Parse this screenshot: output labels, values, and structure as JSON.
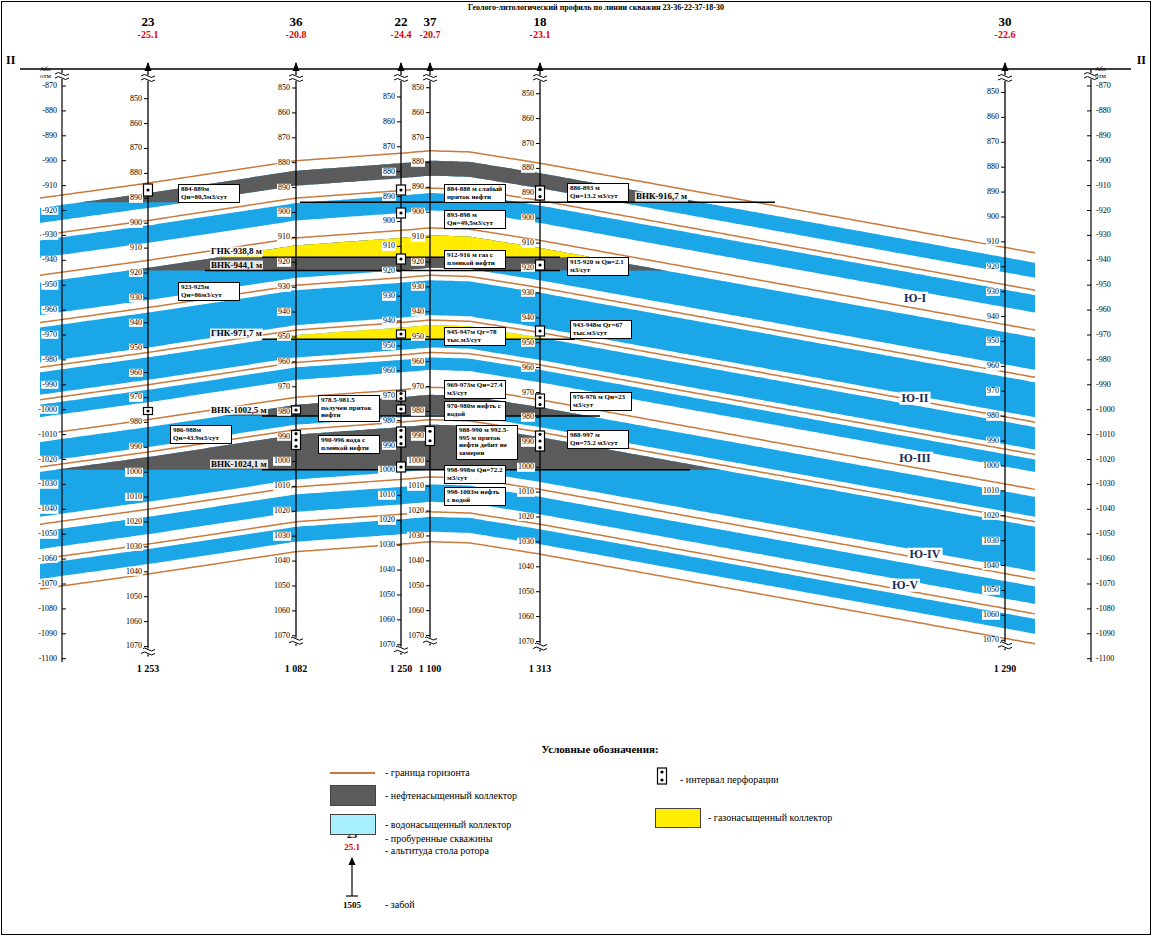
{
  "diagram": {
    "title": "Геолого-литологический профиль по линии скважин 23-36-22-37-18-30",
    "nodes": [
      {
        "text": [
          "884-889м Qн=80,5м3/сут"
        ]
      },
      {
        "text": [
          "884-888 м слабый приток нефти"
        ]
      },
      {
        "text": [
          "886-893 м Qн=13.2 м3/сут"
        ]
      },
      {
        "text": [
          "893-898 м Qн=49,5м3/сут"
        ]
      },
      {
        "text": [
          "912-916 м газ с пленкой нефти"
        ]
      },
      {
        "text": [
          "915-920 м Qн=2.1 м3/сут"
        ]
      },
      {
        "text": [
          "923-925м Qн=86м3/сут"
        ]
      },
      {
        "text": [
          "945-947м Qг=78 тыс.м3/сут"
        ]
      },
      {
        "text": [
          "943-948м Qг=67 тыс.м3/сут"
        ]
      },
      {
        "text": [
          "969-973м Qн=27.4 м3/сут"
        ]
      },
      {
        "text": [
          "978.5-981.5 получен приток нефти"
        ]
      },
      {
        "text": [
          "970-980м нефть с водой"
        ]
      },
      {
        "text": [
          "976-976 м Qн=23 м3/сут"
        ]
      },
      {
        "text": [
          "986-988м Qн=43.9м3/сут"
        ]
      },
      {
        "text": [
          "990-996 вода с пленкой нефти"
        ]
      },
      {
        "text": [
          "988-990 м 992.5-995 м приток нефти дебит не замерен"
        ]
      },
      {
        "text": [
          "988-997 м Qн=75.2 м3/сут"
        ]
      },
      {
        "text": [
          "998-998м Qн=72.2 м3/сут"
        ]
      },
      {
        "text": [
          "998-1003м нефть с водой"
        ]
      }
    ],
    "labels": [
      "23",
      "36",
      "22",
      "37",
      "18",
      "30",
      "-25.1",
      "-20.8",
      "-24.4",
      "-20.7",
      "-23.1",
      "-22.6",
      "1 253",
      "1 082",
      "1 250",
      "1 100",
      "1 313",
      "1 290",
      "II",
      "II",
      "Абс отм",
      "Абс отм",
      "-870",
      "-880",
      "-890",
      "-900",
      "-910",
      "-920",
      "-930",
      "-940",
      "-950",
      "-960",
      "-970",
      "-980",
      "-990",
      "-1000",
      "-1010",
      "-1020",
      "-1030",
      "-1040",
      "-1050",
      "-1060",
      "-1070",
      "-1080",
      "-1090",
      "-1100",
      "-870",
      "-880",
      "-890",
      "-900",
      "-910",
      "-920",
      "-930",
      "-940",
      "-950",
      "-960",
      "-970",
      "-980",
      "-990",
      "-1000",
      "-1010",
      "-1020",
      "-1030",
      "-1040",
      "-1050",
      "-1060",
      "-1070",
      "-1080",
      "-1090",
      "-1100",
      "850",
      "860",
      "870",
      "880",
      "890",
      "900",
      "910",
      "920",
      "930",
      "940",
      "950",
      "960",
      "970",
      "980",
      "990",
      "1000",
      "1010",
      "1020",
      "1030",
      "1040",
      "1050",
      "1060",
      "1070",
      "850",
      "860",
      "870",
      "880",
      "890",
      "900",
      "910",
      "920",
      "930",
      "940",
      "950",
      "960",
      "970",
      "980",
      "990",
      "1000",
      "1010",
      "1020",
      "1030",
      "1040",
      "1050",
      "1060",
      "1070",
      "850",
      "860",
      "870",
      "880",
      "890",
      "900",
      "910",
      "920",
      "930",
      "940",
      "950",
      "960",
      "970",
      "980",
      "990",
      "1000",
      "1010",
      "1020",
      "1030",
      "1040",
      "1050",
      "1060",
      "1070",
      "850",
      "860",
      "870",
      "880",
      "890",
      "900",
      "910",
      "920",
      "930",
      "940",
      "950",
      "960",
      "970",
      "980",
      "990",
      "1000",
      "1010",
      "1020",
      "1030",
      "1040",
      "1050",
      "1060",
      "1070",
      "850",
      "860",
      "870",
      "880",
      "890",
      "900",
      "910",
      "920",
      "930",
      "940",
      "950",
      "960",
      "970",
      "980",
      "990",
      "1000",
      "1010",
      "1020",
      "1030",
      "1040",
      "1050",
      "1060",
      "1070",
      "850",
      "860",
      "870",
      "880",
      "890",
      "900",
      "910",
      "920",
      "930",
      "940",
      "950",
      "960",
      "970",
      "980",
      "990",
      "1000",
      "1010",
      "1020",
      "1030",
      "1040",
      "1050",
      "1060",
      "1070",
      "ВНК-916,7 м",
      "ГНК-938,8 м",
      "ВНК-944,1 м",
      "ГНК-971,7 м",
      "ВНК-1002,5 м",
      "ВНК-1024,1 м",
      "Ю-I",
      "Ю-II",
      "Ю-III",
      "Ю-IV",
      "Ю-V",
      "Условные обозначения:",
      "23",
      "25.1",
      "1505"
    ],
    "legend": [
      {
        "text": "- граница горизонта"
      },
      {
        "text": "- нефтенасыщенный коллектор",
        "color": "#5b5b5b"
      },
      {
        "text": "- водонасыщенный коллектор",
        "color": "#a8f0ff"
      },
      {
        "text": "- пробуренные скважины"
      },
      {
        "text": "- альтитуда стола ротора"
      },
      {
        "text": "- забой"
      },
      {
        "text": "- интервал перфорации"
      },
      {
        "text": "- газонасыщенный коллектор",
        "color": "#ffec00"
      }
    ]
  }
}
